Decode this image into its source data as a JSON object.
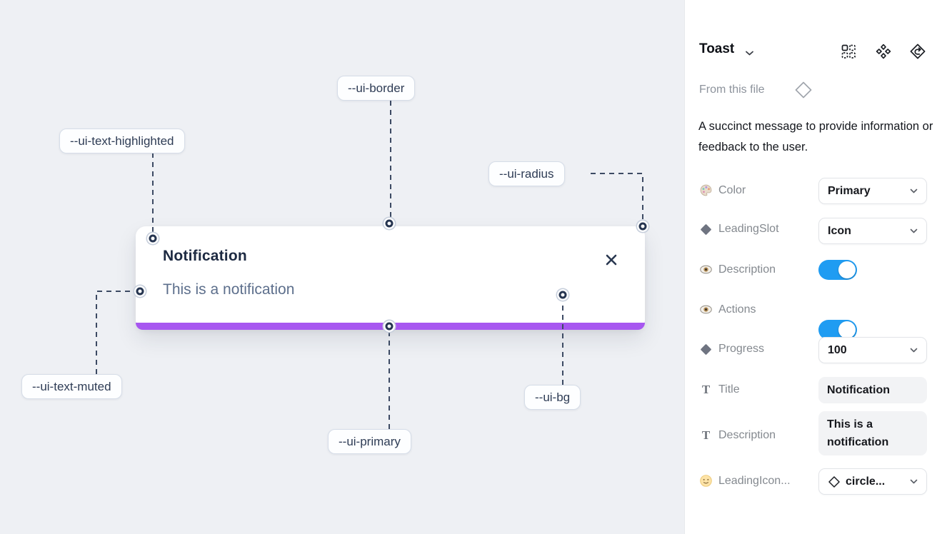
{
  "canvas": {
    "toast": {
      "title": "Notification",
      "description": "This is a notification"
    },
    "annotations": [
      {
        "label": "--ui-border"
      },
      {
        "label": "--ui-text-highlighted"
      },
      {
        "label": "--ui-radius"
      },
      {
        "label": "--ui-text-muted"
      },
      {
        "label": "--ui-primary"
      },
      {
        "label": "--ui-bg"
      }
    ],
    "colors": {
      "primary": "#a757f0",
      "canvas_bg": "#eef0f4",
      "title_text": "#1d2a42",
      "muted_text": "#5d6f8c"
    }
  },
  "panel": {
    "title": "Toast",
    "header_icons": [
      "instance-swap-icon",
      "component-icon",
      "return-to-component-icon"
    ],
    "source_label": "From this file",
    "description": "A succinct message to provide information or feedback to the user.",
    "text_icon_glyph": "T",
    "properties": [
      {
        "icon": "palette-icon",
        "label": "Color",
        "control": "dropdown",
        "value": "Primary"
      },
      {
        "icon": "diamond-icon",
        "label": "LeadingSlot",
        "control": "dropdown",
        "value": "Icon"
      },
      {
        "icon": "eye-icon",
        "label": "Description",
        "control": "toggle",
        "value": "on"
      },
      {
        "icon": "eye-icon",
        "label": "Actions",
        "control": "toggle",
        "value": "on"
      },
      {
        "icon": "diamond-icon",
        "label": "Progress",
        "control": "dropdown",
        "value": "100"
      },
      {
        "icon": "text-icon",
        "label": "Title",
        "control": "input",
        "value": "Notification"
      },
      {
        "icon": "text-icon",
        "label": "Description",
        "control": "textarea",
        "value": "This is a notification"
      },
      {
        "icon": "smiley-icon",
        "label": "LeadingIcon...",
        "control": "dropdown",
        "value": "circle..."
      }
    ],
    "colors": {
      "toggle_on": "#1f9cf2"
    }
  }
}
